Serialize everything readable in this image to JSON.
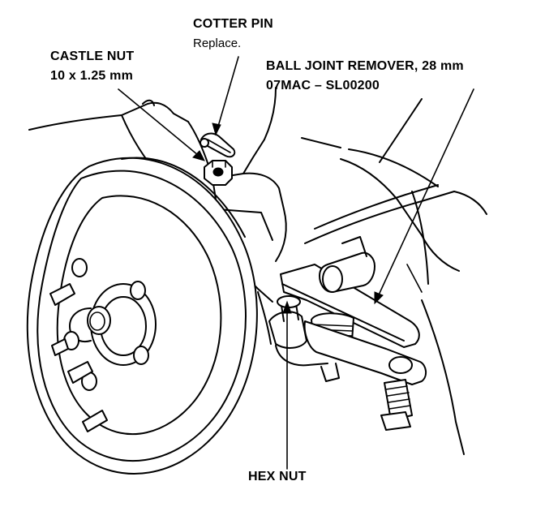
{
  "labels": {
    "cotter_pin": {
      "title": "COTTER PIN",
      "note": "Replace."
    },
    "castle_nut": {
      "title": "CASTLE NUT",
      "spec": "10 x 1.25 mm"
    },
    "ball_joint_remover": {
      "title": "BALL JOINT REMOVER, 28 mm",
      "part_number": "07MAC – SL00200"
    },
    "hex_nut": {
      "title": "HEX NUT"
    }
  },
  "colors": {
    "ink": "#000000",
    "paper": "#ffffff"
  }
}
